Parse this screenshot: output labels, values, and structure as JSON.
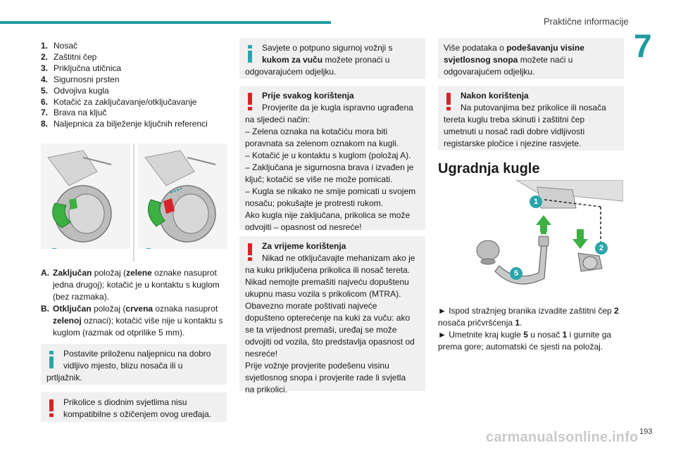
{
  "header": {
    "title": "Praktične informacije",
    "chapter": "7"
  },
  "parts_list": [
    {
      "n": "1.",
      "text": "Nosač"
    },
    {
      "n": "2.",
      "text": "Zaštitni čep"
    },
    {
      "n": "3.",
      "text": "Priključna utičnica"
    },
    {
      "n": "4.",
      "text": "Sigurnosni prsten"
    },
    {
      "n": "5.",
      "text": "Odvojiva kugla"
    },
    {
      "n": "6.",
      "text": "Kotačić za zaključavanje/otključavanje"
    },
    {
      "n": "7.",
      "text": "Brava na ključ"
    },
    {
      "n": "8.",
      "text": "Naljepnica za bilježenje ključnih referenci"
    }
  ],
  "figures": {
    "a_label": "A",
    "b_label": "B",
    "ug_badge_1": "1",
    "ug_badge_2": "2",
    "ug_badge_5": "5"
  },
  "ab_list": {
    "a": {
      "n": "A.",
      "bold1": "Zaključan",
      "t1": " položaj (",
      "bold2": "zelene",
      "t2": " oznake nasuprot jedna drugoj); kotačić je u kontaktu s kuglom (bez razmaka)."
    },
    "b": {
      "n": "B.",
      "bold1": "Otključan",
      "t1": " položaj (",
      "bold2": "crvena",
      "t2": " oznaka nasuprot ",
      "bold3": "zelenoj",
      "t3": " oznaci); kotačić više nije u kontaktu s kuglom (razmak od otprilike 5 mm)."
    }
  },
  "col1_boxes": {
    "info": {
      "l1": "Postavite priloženu naljepnicu na dobro",
      "l2": "vidljivo mjesto, blizu nosača ili u",
      "l3": "prtljažnik."
    },
    "warn": {
      "l1": "Prikolice s diodnim svjetlima nisu",
      "l2": "kompatibilne s ožičenjem ovog uređaja."
    }
  },
  "col2_boxes": {
    "info": {
      "l1": "Savjete o potpuno sigurnoj vožnji s",
      "l2b": "kukom za vuču",
      "l2": " možete pronaći u",
      "l3": "odgovarajućem odjeljku."
    },
    "before": {
      "title": "Prije svakog korištenja",
      "lines": [
        "Provjerite da je kugla ispravno ugrađena",
        "na sljedeći način:",
        "– Zelena oznaka na kotačiću mora biti",
        "poravnata sa zelenom oznakom na kugli.",
        "– Kotačić je u kontaktu s kuglom (položaj A).",
        "– Zaključana je sigurnosna brava i izvađen je",
        "ključ; kotačić se više ne može pomicati.",
        "– Kugla se nikako ne smije pomicati u svojem",
        "nosaču; pokušajte je protresti rukom.",
        "Ako kugla nije zaključana, prikolica se može",
        "odvojiti – opasnost od nesreće!"
      ]
    },
    "during": {
      "title": "Za vrijeme korištenja",
      "lines": [
        "Nikad ne otključavajte mehanizam ako je",
        "na kuku priključena prikolica ili nosač tereta.",
        "Nikad nemojte premašiti najveću dopuštenu",
        "ukupnu masu vozila s prikolicom (MTRA).",
        "Obavezno morate poštivati najveće",
        "dopušteno opterećenje na kuki za vuču: ako",
        "se ta vrijednost premaši, uređaj se može",
        "odvojiti od vozila, što predstavlja opasnost od",
        "nesreće!",
        "Prije vožnje provjerite podešenu visinu",
        "svjetlosnog snopa i provjerite rade li svjetla",
        "na prikolici."
      ]
    }
  },
  "col3_boxes": {
    "info": {
      "l1": "Više podataka o ",
      "l1b": "podešavanju visine",
      "l2b": "svjetlosnog snopa",
      "l2": " možete naći u",
      "l3": "odgovarajućem odjeljku."
    },
    "after": {
      "title": "Nakon korištenja",
      "lines": [
        "Na putovanjima bez prikolice ili nosača",
        "tereta kuglu treba skinuti i zaštitni čep",
        "umetnuti u nosač radi dobre vidljivosti",
        "registarske pločice i njezine rasvjete."
      ]
    }
  },
  "section": {
    "title": "Ugradnja kugle",
    "step1_pre": "► Ispod stražnjeg branika izvadite zaštitni čep ",
    "step1_b1": "2",
    "step1_mid": "",
    "step1_l2": "nosača pričvršćenja ",
    "step1_b2": "1",
    "step1_end": ".",
    "step2_pre": "► Umetnite kraj kugle ",
    "step2_b1": "5",
    "step2_mid": " u nosač ",
    "step2_b2": "1",
    "step2_end": " i gurnite ga",
    "step2_l2": "prema gore; automatski će sjesti na položaj."
  },
  "footer": {
    "page": "193",
    "watermark": "carmanualsonline.info"
  },
  "colors": {
    "accent": "#1f9aa0",
    "warning": "#d8232a",
    "green": "#3cb043"
  }
}
